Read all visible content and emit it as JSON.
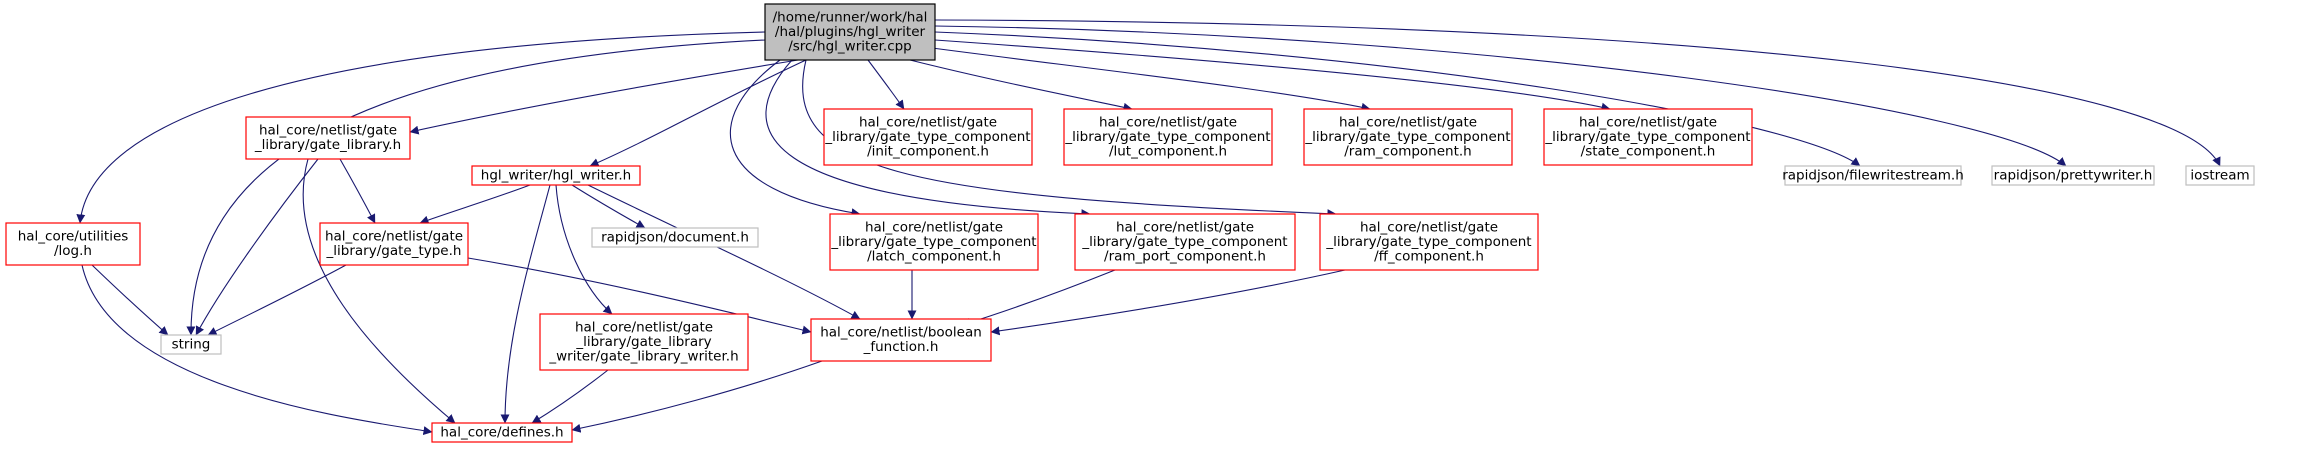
{
  "diagram": {
    "colors": {
      "root_fill": "#bfbfbf",
      "root_stroke": "#000000",
      "red_stroke": "#ff0000",
      "gray_stroke": "#bfbfbf",
      "edge": "#191970",
      "text": "#000000"
    },
    "nodes": [
      {
        "id": "root",
        "style": "root",
        "lines": [
          "/home/runner/work/hal",
          "/hal/plugins/hgl_writer",
          "/src/hgl_writer.cpp"
        ]
      },
      {
        "id": "gate_library",
        "style": "red",
        "lines": [
          "hal_core/netlist/gate",
          "_library/gate_library.h"
        ]
      },
      {
        "id": "hgl_writer_h",
        "style": "red",
        "lines": [
          "hgl_writer/hgl_writer.h"
        ]
      },
      {
        "id": "init_component",
        "style": "red",
        "lines": [
          "hal_core/netlist/gate",
          "_library/gate_type_component",
          "/init_component.h"
        ]
      },
      {
        "id": "lut_component",
        "style": "red",
        "lines": [
          "hal_core/netlist/gate",
          "_library/gate_type_component",
          "/lut_component.h"
        ]
      },
      {
        "id": "ram_component",
        "style": "red",
        "lines": [
          "hal_core/netlist/gate",
          "_library/gate_type_component",
          "/ram_component.h"
        ]
      },
      {
        "id": "state_component",
        "style": "red",
        "lines": [
          "hal_core/netlist/gate",
          "_library/gate_type_component",
          "/state_component.h"
        ]
      },
      {
        "id": "filewritestream",
        "style": "gray",
        "lines": [
          "rapidjson/filewritestream.h"
        ]
      },
      {
        "id": "prettywriter",
        "style": "gray",
        "lines": [
          "rapidjson/prettywriter.h"
        ]
      },
      {
        "id": "iostream",
        "style": "gray",
        "lines": [
          "iostream"
        ]
      },
      {
        "id": "log",
        "style": "red",
        "lines": [
          "hal_core/utilities",
          "/log.h"
        ]
      },
      {
        "id": "gate_type",
        "style": "red",
        "lines": [
          "hal_core/netlist/gate",
          "_library/gate_type.h"
        ]
      },
      {
        "id": "document",
        "style": "gray",
        "lines": [
          "rapidjson/document.h"
        ]
      },
      {
        "id": "latch_component",
        "style": "red",
        "lines": [
          "hal_core/netlist/gate",
          "_library/gate_type_component",
          "/latch_component.h"
        ]
      },
      {
        "id": "ram_port_component",
        "style": "red",
        "lines": [
          "hal_core/netlist/gate",
          "_library/gate_type_component",
          "/ram_port_component.h"
        ]
      },
      {
        "id": "ff_component",
        "style": "red",
        "lines": [
          "hal_core/netlist/gate",
          "_library/gate_type_component",
          "/ff_component.h"
        ]
      },
      {
        "id": "string",
        "style": "gray",
        "lines": [
          "string"
        ]
      },
      {
        "id": "gate_library_writer",
        "style": "red",
        "lines": [
          "hal_core/netlist/gate",
          "_library/gate_library",
          "_writer/gate_library_writer.h"
        ]
      },
      {
        "id": "boolean_function",
        "style": "red",
        "lines": [
          "hal_core/netlist/boolean",
          "_function.h"
        ]
      },
      {
        "id": "defines",
        "style": "red",
        "lines": [
          "hal_core/defines.h"
        ]
      }
    ],
    "edges": [
      {
        "from": "root",
        "to": "gate_library"
      },
      {
        "from": "root",
        "to": "hgl_writer_h"
      },
      {
        "from": "root",
        "to": "init_component"
      },
      {
        "from": "root",
        "to": "lut_component"
      },
      {
        "from": "root",
        "to": "ram_component"
      },
      {
        "from": "root",
        "to": "state_component"
      },
      {
        "from": "root",
        "to": "filewritestream"
      },
      {
        "from": "root",
        "to": "prettywriter"
      },
      {
        "from": "root",
        "to": "iostream"
      },
      {
        "from": "root",
        "to": "log"
      },
      {
        "from": "root",
        "to": "string"
      },
      {
        "from": "root",
        "to": "latch_component"
      },
      {
        "from": "root",
        "to": "ram_port_component"
      },
      {
        "from": "root",
        "to": "ff_component"
      },
      {
        "from": "gate_library",
        "to": "gate_type"
      },
      {
        "from": "gate_library",
        "to": "string"
      },
      {
        "from": "gate_library",
        "to": "defines"
      },
      {
        "from": "hgl_writer_h",
        "to": "gate_type"
      },
      {
        "from": "hgl_writer_h",
        "to": "document"
      },
      {
        "from": "hgl_writer_h",
        "to": "gate_library_writer"
      },
      {
        "from": "hgl_writer_h",
        "to": "boolean_function"
      },
      {
        "from": "hgl_writer_h",
        "to": "defines"
      },
      {
        "from": "log",
        "to": "string"
      },
      {
        "from": "log",
        "to": "defines"
      },
      {
        "from": "gate_type",
        "to": "string"
      },
      {
        "from": "gate_type",
        "to": "boolean_function"
      },
      {
        "from": "latch_component",
        "to": "boolean_function"
      },
      {
        "from": "ram_port_component",
        "to": "boolean_function"
      },
      {
        "from": "ff_component",
        "to": "boolean_function"
      },
      {
        "from": "gate_library_writer",
        "to": "defines"
      },
      {
        "from": "boolean_function",
        "to": "defines"
      }
    ]
  }
}
